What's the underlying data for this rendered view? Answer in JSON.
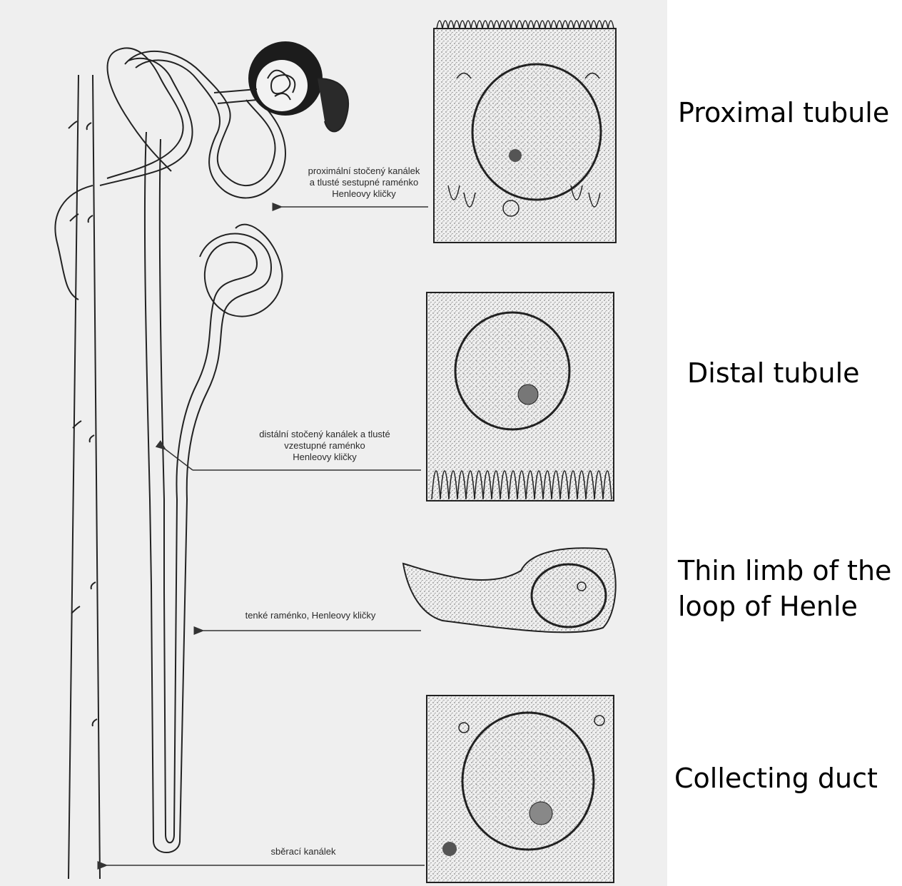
{
  "figure": {
    "czech_labels": {
      "proximal": "proximální stočený kanálek\na tlusté  sestupné raménko\nHenleovy kličky",
      "distal": "distální stočený kanálek  a tlusté\nvzestupné raménko\nHenleovy kličky",
      "thin_limb": "tenké raménko, Henleovy kličky",
      "collecting": "sběrací kanálek"
    },
    "english_labels": {
      "proximal": "Proximal tubule",
      "distal": "Distal tubule",
      "thin_limb": "Thin limb of the\nloop of Henle",
      "collecting": "Collecting duct"
    }
  }
}
